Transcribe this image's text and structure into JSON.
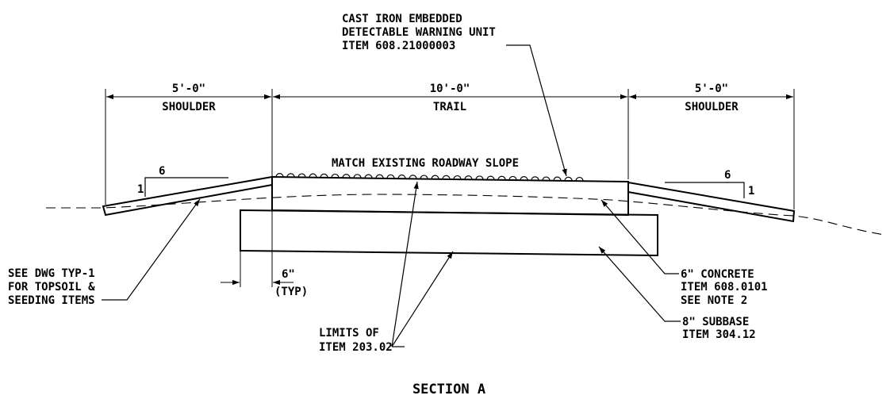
{
  "warning_unit_note": [
    "CAST IRON EMBEDDED",
    "DETECTABLE WARNING UNIT",
    "ITEM 608.21000003"
  ],
  "dimensions": {
    "left_width": "5'-0\"",
    "left_label": "SHOULDER",
    "center_width": "10'-0\"",
    "center_label": "TRAIL",
    "right_width": "5'-0\"",
    "right_label": "SHOULDER"
  },
  "slope_note": "MATCH EXISTING ROADWAY SLOPE",
  "left_slope": {
    "run": "6",
    "rise": "1"
  },
  "right_slope": {
    "run": "6",
    "rise": "1"
  },
  "topsoil_note": [
    "SEE DWG TYP-1",
    "FOR TOPSOIL &",
    "SEEDING ITEMS"
  ],
  "offset_dim": {
    "value": "6\"",
    "qualifier": "(TYP)"
  },
  "limits_note": [
    "LIMITS OF",
    "ITEM 203.02"
  ],
  "concrete_note": [
    "6\" CONCRETE",
    "ITEM 608.0101",
    "SEE NOTE 2"
  ],
  "subbase_note": [
    "8\" SUBBASE",
    "ITEM 304.12"
  ],
  "section_title": "SECTION A"
}
